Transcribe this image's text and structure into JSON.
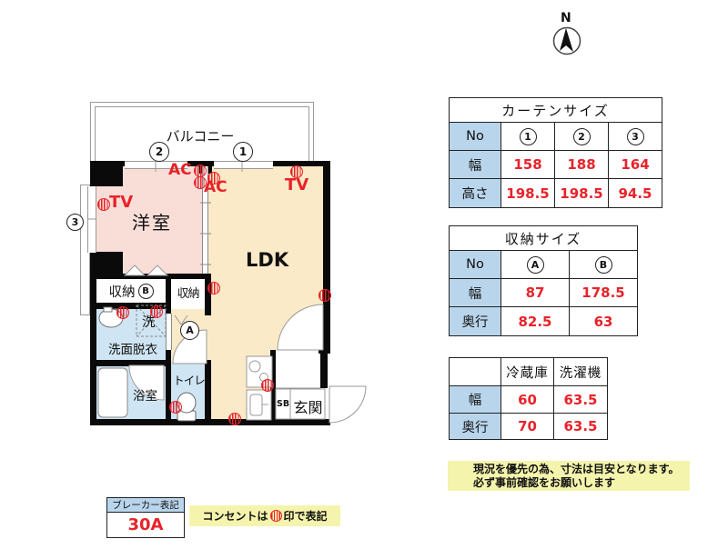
{
  "compass": {
    "north": "N"
  },
  "plan": {
    "balcony": "バルコニー",
    "window_markers": {
      "w1": "1",
      "w2": "2",
      "w3": "3"
    },
    "storage_markers": {
      "a": "A",
      "b": "B"
    },
    "rooms": {
      "western": "洋室",
      "ldk": "LDK",
      "storage_b": "収納",
      "storage2": "収納",
      "washer": "洗",
      "washroom": "洗面脱衣",
      "bath": "浴室",
      "toilet": "トイレ",
      "entrance": "玄関",
      "shoebox": "SB"
    },
    "labels": {
      "tv": "TV",
      "ac": "AC"
    }
  },
  "tables": {
    "curtain": {
      "title": "カーテンサイズ",
      "no_label": "No",
      "cols": [
        "1",
        "2",
        "3"
      ],
      "rows": [
        {
          "label": "幅",
          "values": [
            "158",
            "188",
            "164"
          ]
        },
        {
          "label": "高さ",
          "values": [
            "198.5",
            "198.5",
            "94.5"
          ]
        }
      ]
    },
    "storage": {
      "title": "収納サイズ",
      "no_label": "No",
      "cols": [
        "A",
        "B"
      ],
      "rows": [
        {
          "label": "幅",
          "values": [
            "87",
            "178.5"
          ]
        },
        {
          "label": "奥行",
          "values": [
            "82.5",
            "63"
          ]
        }
      ]
    },
    "appliance": {
      "headers": [
        "冷蔵庫",
        "洗濯機"
      ],
      "rows": [
        {
          "label": "幅",
          "values": [
            "60",
            "63.5"
          ]
        },
        {
          "label": "奥行",
          "values": [
            "70",
            "63.5"
          ]
        }
      ]
    }
  },
  "notes": {
    "disclaimer_line1": "現況を優先の為、寸法は目安となります。",
    "disclaimer_line2": "必ず事前確認をお願いします",
    "outlet_note_prefix": "コンセントは",
    "outlet_note_suffix": "印で表記"
  },
  "breaker": {
    "title": "ブレーカー表記",
    "value": "30A"
  },
  "colors": {
    "accent_red": "#e8232a",
    "header_blue": "#b9d5ec",
    "note_yellow": "#f4f4ad",
    "room_pink": "#f9ded8",
    "room_cream": "#fbeac8",
    "wet_blue": "#cfe5f3",
    "wall_black": "#0a0a0a"
  }
}
